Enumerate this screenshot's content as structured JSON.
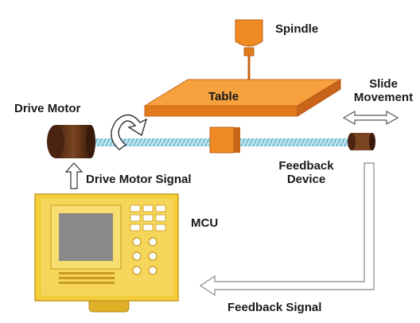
{
  "labels": {
    "spindle": "Spindle",
    "table": "Table",
    "slide_movement_line1": "Slide",
    "slide_movement_line2": "Movement",
    "drive_motor": "Drive Motor",
    "drive_motor_signal": "Drive Motor Signal",
    "feedback_device_line1": "Feedback",
    "feedback_device_line2": "Device",
    "mcu": "MCU",
    "feedback_signal": "Feedback Signal"
  },
  "colors": {
    "orange": "#f08a22",
    "orange_dark": "#c9651a",
    "motor_brown": "#6b3a1c",
    "screw_blue": "#7fc6d8",
    "mcu_yellow": "#f4cd3a",
    "mcu_edge": "#c89b1e",
    "screen_gray": "#8a8a8a",
    "arrow_gray": "#9a9a9a"
  }
}
